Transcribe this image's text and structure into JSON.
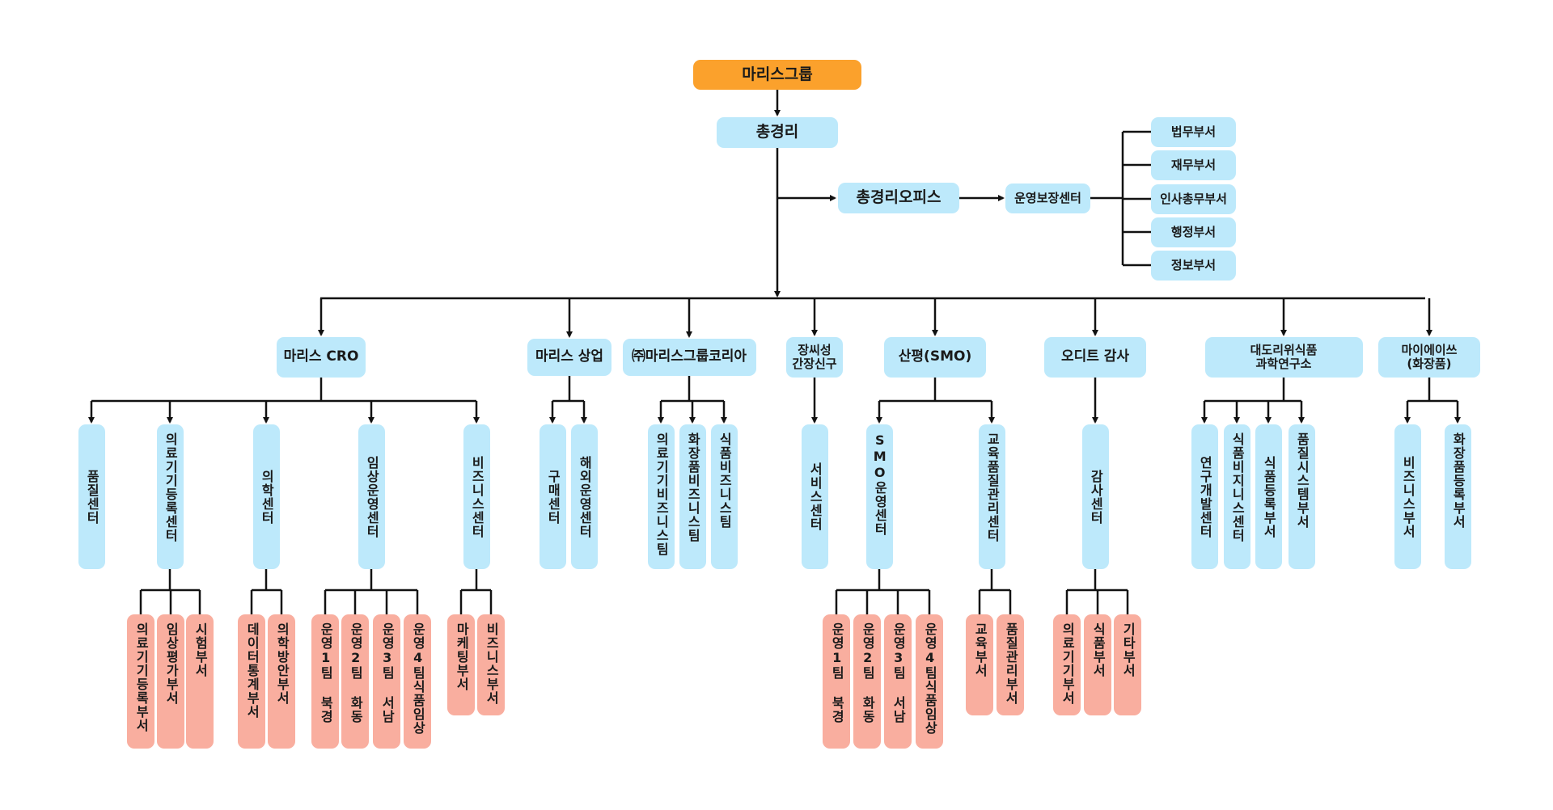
{
  "colors": {
    "root": "#fba12c",
    "unit": "#bde9fb",
    "team": "#f9ae9f",
    "line": "#111111"
  },
  "root": {
    "label": "마리스그룹"
  },
  "gm": {
    "label": "총경리"
  },
  "gm_office": {
    "label": "총경리오피스"
  },
  "ops_center": {
    "label": "운영보장센터"
  },
  "ops_departments": [
    "법무부서",
    "재무부서",
    "인사총무부서",
    "행정부서",
    "정보부서"
  ],
  "companies": [
    {
      "label": "마리스 CRO",
      "units": [
        {
          "label": "품질센터",
          "teams": []
        },
        {
          "label": "의료기기등록센터",
          "teams": [
            "의료기기등록부서",
            "임상평가부서",
            "시험부서"
          ]
        },
        {
          "label": "의학센터",
          "teams": [
            "데이터통계부서",
            "의학방안부서"
          ]
        },
        {
          "label": "임상운영센터",
          "teams": [
            "운영1팀  북경",
            "운영2팀  화동",
            "운영3팀  서남",
            "운영4팀식품임상"
          ]
        },
        {
          "label": "비즈니스센터",
          "teams": [
            "마케팅부서",
            "비즈니스부서"
          ]
        }
      ]
    },
    {
      "label": "마리스 상업",
      "units": [
        {
          "label": "구매센터",
          "teams": []
        },
        {
          "label": "해외운영센터",
          "teams": []
        }
      ]
    },
    {
      "label": "㈜마리스그룹코리아",
      "units": [
        {
          "label": "의료기기비즈니스팀",
          "teams": []
        },
        {
          "label": "화장품비즈니스팀",
          "teams": []
        },
        {
          "label": "식품비즈니스팀",
          "teams": []
        }
      ]
    },
    {
      "label": "장씨성\n간장신구",
      "units": [
        {
          "label": "서비스센터",
          "teams": []
        }
      ]
    },
    {
      "label": "산평(SMO)",
      "units": [
        {
          "label": "SMO운영센터",
          "teams": [
            "운영1팀  북경",
            "운영2팀  화동",
            "운영3팀  서남",
            "운영4팀식품임상"
          ]
        },
        {
          "label": "교육품질관리센터",
          "teams": [
            "교육부서",
            "품질관리부서"
          ]
        }
      ]
    },
    {
      "label": "오디트 감사",
      "units": [
        {
          "label": "감사센터",
          "teams": [
            "의료기기부서",
            "식품부서",
            "기타부서"
          ]
        }
      ]
    },
    {
      "label": "대도리위식품\n과학연구소",
      "units": [
        {
          "label": "연구개발센터",
          "teams": []
        },
        {
          "label": "식품비지니스센터",
          "teams": []
        },
        {
          "label": "식품등록부서",
          "teams": []
        },
        {
          "label": "품질시스템부서",
          "teams": []
        }
      ]
    },
    {
      "label": "마이에이쓰\n(화장품)",
      "units": [
        {
          "label": "비즈니스부서",
          "teams": []
        },
        {
          "label": "화장품등록부서",
          "teams": []
        }
      ]
    }
  ]
}
